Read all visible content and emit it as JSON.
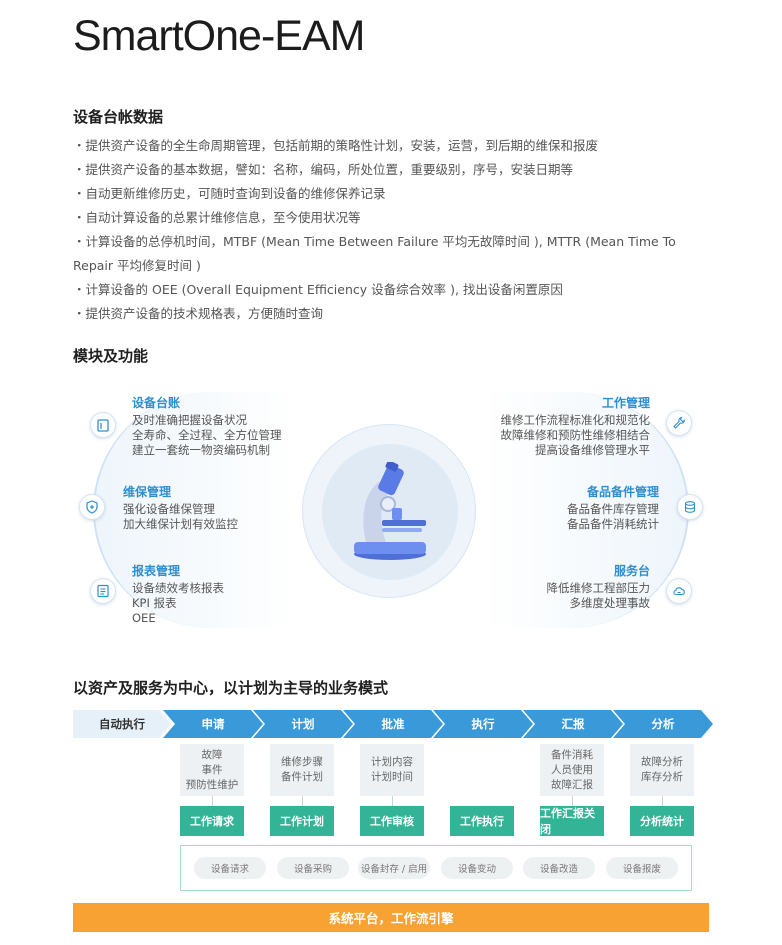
{
  "title": "SmartOne-EAM",
  "ledger": {
    "heading": "设备台帐数据",
    "items": [
      "・提供资产设备的全生命周期管理，包括前期的策略性计划，安装，运营，到后期的维保和报废",
      "・提供资产设备的基本数据，譬如：名称，编码，所处位置，重要级别，序号，安装日期等",
      "・自动更新维修历史，可随时查询到设备的维修保养记录",
      "・自动计算设备的总累计维修信息，至今使用状况等",
      "・计算设备的总停机时间，MTBF (Mean Time Between Failure 平均无故障时间 ), MTTR (Mean Time To Repair 平均修复时间 )",
      "・计算设备的 OEE (Overall Equipment Efficiency 设备综合效率 ), 找出设备闲置原因",
      "・提供资产设备的技术规格表，方便随时查询"
    ]
  },
  "modules": {
    "heading": "模块及功能",
    "ledger": {
      "title": "设备台账",
      "lines": [
        "及时准确把握设备状况",
        "全寿命、全过程、全方位管理",
        "建立一套统一物资编码机制"
      ]
    },
    "maintenance": {
      "title": "维保管理",
      "lines": [
        "强化设备维保管理",
        "加大维保计划有效监控"
      ]
    },
    "reports": {
      "title": "报表管理",
      "lines": [
        "设备绩效考核报表",
        "KPI 报表",
        "OEE"
      ]
    },
    "work": {
      "title": "工作管理",
      "lines": [
        "维修工作流程标准化和规范化",
        "故障维修和预防性维修相结合",
        "提高设备维修管理水平"
      ]
    },
    "spares": {
      "title": "备品备件管理",
      "lines": [
        "备品备件库存管理",
        "备品备件消耗统计"
      ]
    },
    "service": {
      "title": "服务台",
      "lines": [
        "降低维修工程部压力",
        "多维度处理事故"
      ]
    }
  },
  "business": {
    "heading": "以资产及服务为中心，以计划为主导的业务模式",
    "steps": [
      "自动执行",
      "申请",
      "计划",
      "批准",
      "执行",
      "汇报",
      "分析"
    ],
    "details": [
      "故障\n事件\n预防性维护",
      "维修步骤\n备件计划",
      "计划内容\n计划时间",
      "备件消耗\n人员使用\n故障汇报",
      "故障分析\n库存分析"
    ],
    "actions": [
      "工作请求",
      "工作计划",
      "工作审核",
      "工作执行",
      "工作汇报关闭",
      "分析统计"
    ],
    "chips": [
      "设备请求",
      "设备采购",
      "设备封存 / 启用",
      "设备变动",
      "设备改造",
      "设备报废"
    ],
    "platform": "系统平台，工作流引擎"
  },
  "colors": {
    "accent_blue": "#3a9ad9",
    "green": "#34b497",
    "orange": "#f7a233"
  }
}
